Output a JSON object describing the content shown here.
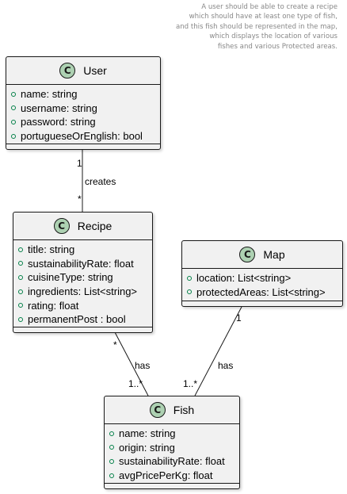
{
  "note": {
    "lines": [
      "A user should be able to create a recipe",
      "which should have at least one type of fish,",
      "and this fish should be represented in the map,",
      "which displays the location of various",
      "fishes and various Protected areas."
    ]
  },
  "classes": {
    "user": {
      "icon": "C",
      "name": "User",
      "attributes": [
        "name: string",
        "username: string",
        "password: string",
        "portugueseOrEnglish: bool"
      ]
    },
    "recipe": {
      "icon": "C",
      "name": "Recipe",
      "attributes": [
        "title: string",
        "sustainabilityRate: float",
        "cuisineType: string",
        "ingredients: List<string>",
        "rating: float",
        "permanentPost : bool"
      ]
    },
    "map": {
      "icon": "C",
      "name": "Map",
      "attributes": [
        "location: List<string>",
        "protectedAreas: List<string>"
      ]
    },
    "fish": {
      "icon": "C",
      "name": "Fish",
      "attributes": [
        "name: string",
        "origin: string",
        "sustainabilityRate: float",
        "avgPricePerKg: float"
      ]
    }
  },
  "relations": {
    "user_recipe": {
      "label": "creates",
      "source_mult": "1",
      "target_mult": "*"
    },
    "recipe_fish": {
      "label": "has",
      "source_mult": "*",
      "target_mult": "1..*"
    },
    "map_fish": {
      "label": "has",
      "source_mult": "1",
      "target_mult": "1..*"
    }
  },
  "colors": {
    "box_fill": "#f1f1f1",
    "border": "#181818",
    "class_icon": "#add1b2",
    "visibility_icon": "#038048",
    "note_text": "#888888"
  }
}
